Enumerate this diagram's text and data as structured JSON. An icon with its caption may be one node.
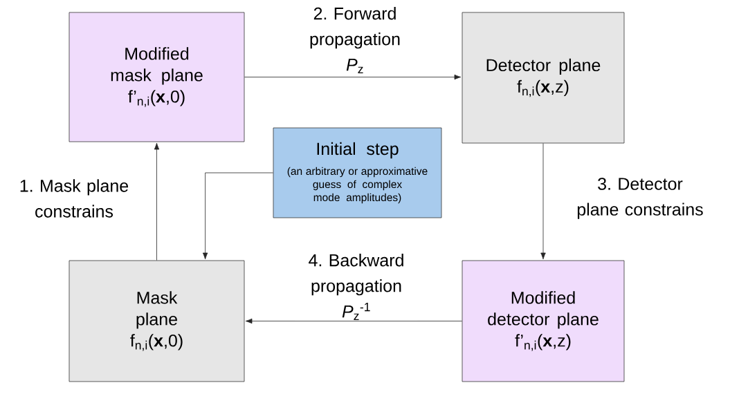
{
  "diagram": {
    "nodes": [
      {
        "text": [
          "Modified mask plane",
          "f’$_{n,i}$(**x**,0)"
        ]
      },
      {
        "text": [
          "Detector plane",
          "f$_{n,i}$(**x**,z)"
        ]
      },
      {
        "text": [
          "Initial step",
          "(an arbitrary or approximative guess of complex mode amplitudes)"
        ]
      },
      {
        "text": [
          "Mask plane",
          "f$_{n,i}$(**x**,0)"
        ]
      },
      {
        "text": [
          "Modified detector plane",
          "f’$_{n,i}$(**x**,z)"
        ]
      }
    ],
    "edges": [
      {
        "from": 0,
        "to": 1,
        "arrow": "to",
        "label": "2. Forward propagation *P*$_{z}$"
      },
      {
        "from": 1,
        "to": 4,
        "arrow": "to",
        "label": "3. Detector plane constrains"
      },
      {
        "from": 4,
        "to": 3,
        "arrow": "to",
        "label": "4. Backward propagation *P*$_{z}$$^{-1}$"
      },
      {
        "from": 3,
        "to": 0,
        "arrow": "to",
        "label": "1. Mask plane constrains"
      },
      {
        "from": 2,
        "to": 3,
        "arrow": "to"
      }
    ]
  }
}
